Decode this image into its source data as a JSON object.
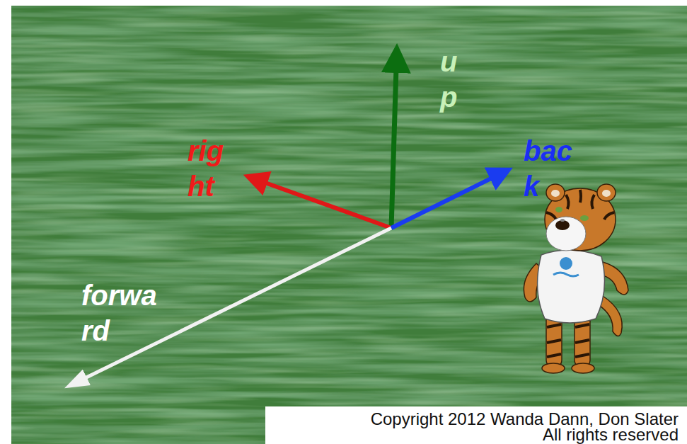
{
  "diagram": {
    "labels": [
      "u p",
      "rig ht",
      "bac k",
      "forwa rd",
      "Copyright 2012 Wanda Dann, Don Slater",
      "All rights reserved"
    ]
  }
}
